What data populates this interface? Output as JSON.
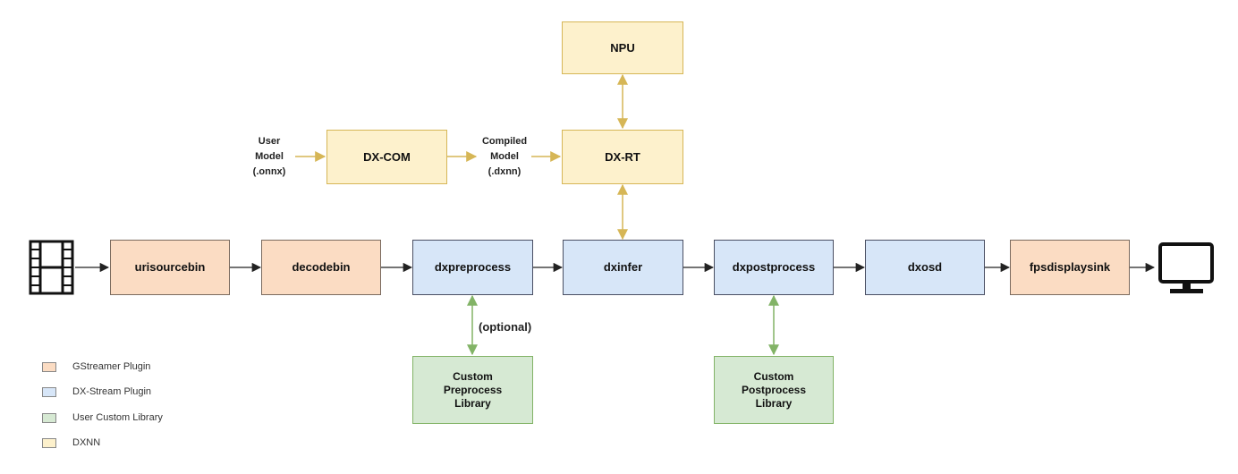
{
  "colors": {
    "gstreamer_fill": "#fbdcc3",
    "dxstream_fill": "#d7e6f8",
    "user_fill": "#d6e9d3",
    "dxnn_fill": "#fdf1cc",
    "main_arrow": "#222222",
    "dxnn_arrow": "#d6b656",
    "user_arrow": "#82b366"
  },
  "source": {
    "icon": "film-strip-icon"
  },
  "sink": {
    "icon": "monitor-icon"
  },
  "pipeline": [
    {
      "id": "urisourcebin",
      "label": "urisourcebin",
      "kind": "gstreamer"
    },
    {
      "id": "decodebin",
      "label": "decodebin",
      "kind": "gstreamer"
    },
    {
      "id": "dxpreprocess",
      "label": "dxpreprocess",
      "kind": "dx-stream"
    },
    {
      "id": "dxinfer",
      "label": "dxinfer",
      "kind": "dx-stream"
    },
    {
      "id": "dxpostprocess",
      "label": "dxpostprocess",
      "kind": "dx-stream"
    },
    {
      "id": "dxosd",
      "label": "dxosd",
      "kind": "dx-stream"
    },
    {
      "id": "fpsdisplaysink",
      "label": "fpsdisplaysink",
      "kind": "gstreamer"
    }
  ],
  "dxnn": {
    "npu": "NPU",
    "dx_rt": "DX-RT",
    "dx_com": "DX-COM",
    "user_model": "User\nModel\n(.onnx)",
    "compiled_model": "Compiled\nModel\n(.dxnn)"
  },
  "custom_libraries": {
    "preprocess": "Custom\nPreprocess\nLibrary",
    "postprocess": "Custom\nPostprocess\nLibrary",
    "optional_note": "(optional)"
  },
  "legend": [
    {
      "label": "GStreamer Plugin",
      "color": "#fbdcc3"
    },
    {
      "label": "DX-Stream Plugin",
      "color": "#d7e6f8"
    },
    {
      "label": "User Custom Library",
      "color": "#d6e9d3"
    },
    {
      "label": "DXNN",
      "color": "#fdf1cc"
    }
  ]
}
